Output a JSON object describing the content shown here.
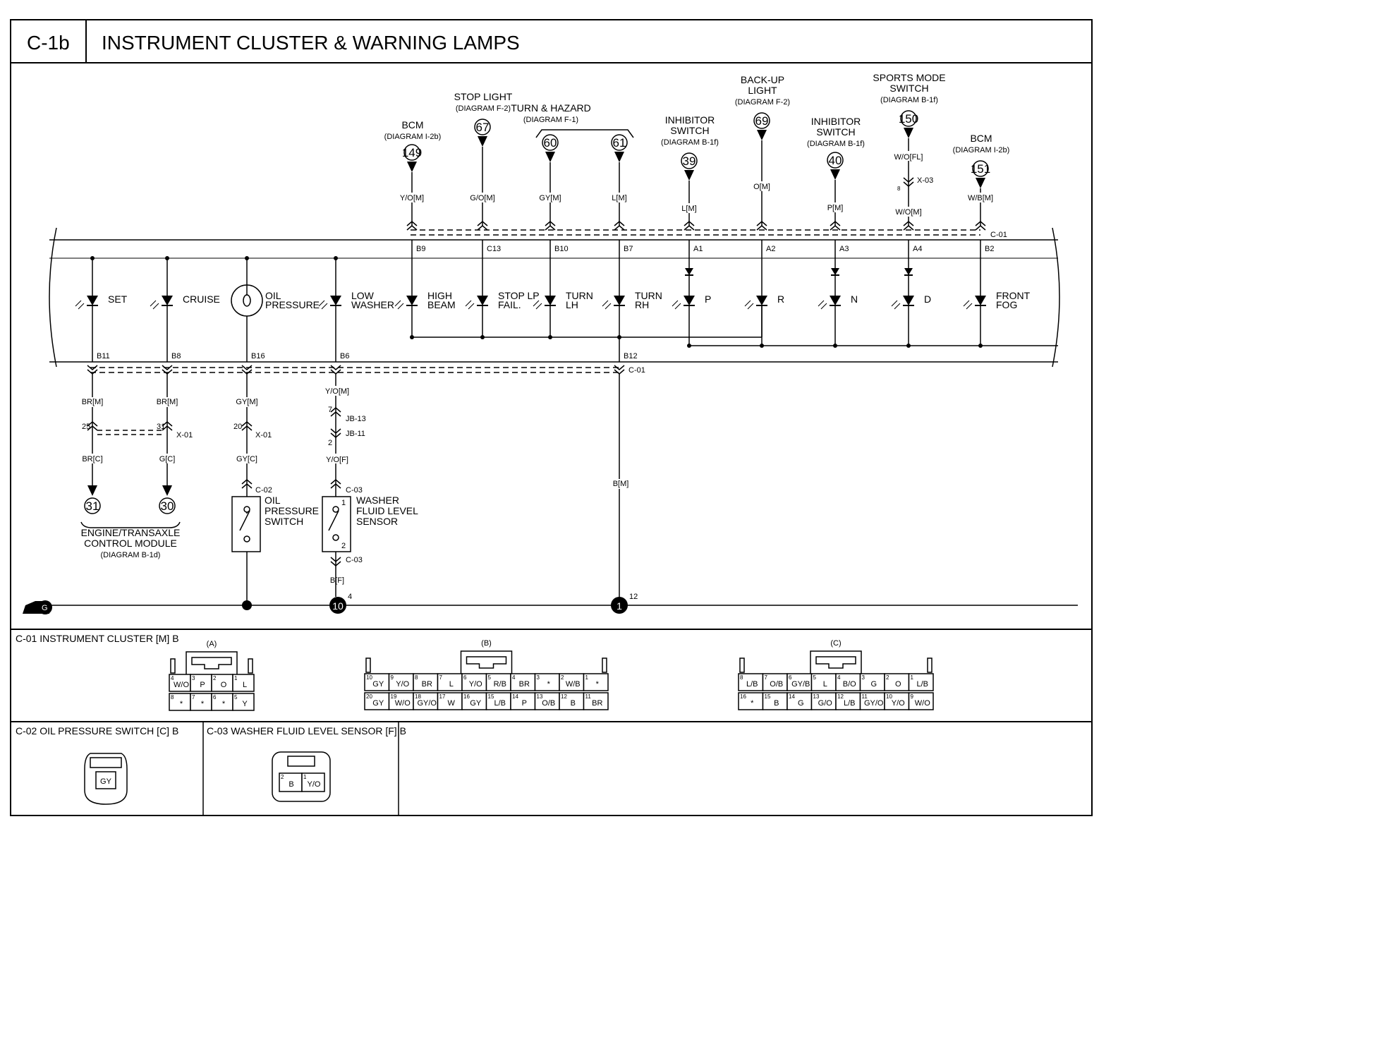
{
  "header": {
    "code": "C-1b",
    "title": "INSTRUMENT CLUSTER & WARNING LAMPS"
  },
  "top_sources": [
    {
      "name": [
        "BCM",
        "(DIAGRAM I-2b)"
      ],
      "circuit": "149",
      "wire": "Y/O[M]",
      "pin": "B9"
    },
    {
      "name": [
        "STOP LIGHT",
        "(DIAGRAM F-2)"
      ],
      "circuit": "67",
      "wire": "G/O[M]",
      "pin": "C13"
    },
    {
      "name": [
        "TURN & HAZARD",
        "(DIAGRAM F-1)"
      ],
      "circuit": "60",
      "wire": "GY[M]",
      "pin": "B10"
    },
    {
      "name": [],
      "circuit": "61",
      "wire": "L[M]",
      "pin": "B7"
    },
    {
      "name": [
        "INHIBITOR",
        "SWITCH",
        "(DIAGRAM B-1f)"
      ],
      "circuit": "39",
      "wire": "L[M]",
      "pin": "A1"
    },
    {
      "name": [
        "BACK-UP",
        "LIGHT",
        "(DIAGRAM F-2)"
      ],
      "circuit": "69",
      "wire": "O[M]",
      "pin": "A2"
    },
    {
      "name": [
        "INHIBITOR",
        "SWITCH",
        "(DIAGRAM B-1f)"
      ],
      "circuit": "40",
      "wire": "P[M]",
      "pin": "A3"
    },
    {
      "name": [
        "SPORTS MODE",
        "SWITCH",
        "(DIAGRAM B-1f)"
      ],
      "circuit": "150",
      "wire": "W/O[M]",
      "pin": "A4",
      "upper_wire": "W/O[FL]",
      "inline_connector": "X-03",
      "inline_pin": "8"
    },
    {
      "name": [
        "BCM",
        "(DIAGRAM I-2b)"
      ],
      "circuit": "151",
      "wire": "W/B[M]",
      "pin": "B2"
    }
  ],
  "cluster_connector": "C-01",
  "lamps": [
    {
      "label": [
        "SET"
      ]
    },
    {
      "label": [
        "CRUISE"
      ]
    },
    {
      "label": [
        "OIL",
        "PRESSURE"
      ]
    },
    {
      "label": [
        "LOW",
        "WASHER"
      ]
    },
    {
      "label": [
        "HIGH",
        "BEAM"
      ]
    },
    {
      "label": [
        "STOP LP",
        "FAIL."
      ]
    },
    {
      "label": [
        "TURN",
        "LH"
      ]
    },
    {
      "label": [
        "TURN",
        "RH"
      ]
    },
    {
      "label": [
        "P"
      ]
    },
    {
      "label": [
        "R"
      ]
    },
    {
      "label": [
        "N"
      ]
    },
    {
      "label": [
        "D"
      ]
    },
    {
      "label": [
        "FRONT",
        "FOG"
      ]
    }
  ],
  "bottom_pins": [
    "B11",
    "B8",
    "B16",
    "B6",
    "B12"
  ],
  "lower": {
    "set": {
      "wire_m": "BR[M]",
      "x_pin": "25",
      "wire_c": "BR[C]",
      "circuit": "31"
    },
    "cruise": {
      "wire_m": "BR[M]",
      "x_pin": "31",
      "x_conn": "X-01",
      "wire_c": "G[C]",
      "circuit": "30"
    },
    "module_label": [
      "ENGINE/TRANSAXLE",
      "CONTROL MODULE",
      "(DIAGRAM B-1d)"
    ],
    "oil": {
      "wire_m": "GY[M]",
      "x_pin": "20",
      "x_conn": "X-01",
      "wire_c": "GY[C]",
      "conn": "C-02",
      "label": [
        "OIL",
        "PRESSURE",
        "SWITCH"
      ]
    },
    "washer": {
      "wire_m": "Y/O[M]",
      "jb1_pin": "7",
      "jb1": "JB-13",
      "jb2": "JB-11",
      "jb2_pin": "2",
      "wire_f": "Y/O[F]",
      "conn_top": "C-03",
      "label": [
        "WASHER",
        "FLUID LEVEL",
        "SENSOR"
      ],
      "pin_1": "1",
      "pin_2": "2",
      "conn_bot": "C-03",
      "wire_ground": "B[F]"
    },
    "b12": {
      "conn": "C-01",
      "wire": "B[M]"
    }
  },
  "grounds": {
    "main": "G",
    "g10": "10",
    "g10_pin": "4",
    "g1": "1",
    "g1_pin": "12"
  },
  "connectors": {
    "c01": {
      "title": "C-01 INSTRUMENT CLUSTER [M] B",
      "a": {
        "label": "(A)",
        "row1": [
          {
            "n": "4",
            "t": "W/O"
          },
          {
            "n": "3",
            "t": "P"
          },
          {
            "n": "2",
            "t": "O"
          },
          {
            "n": "1",
            "t": "L"
          }
        ],
        "row2": [
          {
            "n": "8",
            "t": "*"
          },
          {
            "n": "7",
            "t": "*"
          },
          {
            "n": "6",
            "t": "*"
          },
          {
            "n": "5",
            "t": "Y"
          }
        ]
      },
      "b": {
        "label": "(B)",
        "row1": [
          {
            "n": "10",
            "t": "GY"
          },
          {
            "n": "9",
            "t": "Y/O"
          },
          {
            "n": "8",
            "t": "BR"
          },
          {
            "n": "7",
            "t": "L"
          },
          {
            "n": "6",
            "t": "Y/O"
          },
          {
            "n": "5",
            "t": "R/B"
          },
          {
            "n": "4",
            "t": "BR"
          },
          {
            "n": "3",
            "t": "*"
          },
          {
            "n": "2",
            "t": "W/B"
          },
          {
            "n": "1",
            "t": "*"
          }
        ],
        "row2": [
          {
            "n": "20",
            "t": "GY"
          },
          {
            "n": "19",
            "t": "W/O"
          },
          {
            "n": "18",
            "t": "GY/O"
          },
          {
            "n": "17",
            "t": "W"
          },
          {
            "n": "16",
            "t": "GY"
          },
          {
            "n": "15",
            "t": "L/B"
          },
          {
            "n": "14",
            "t": "P"
          },
          {
            "n": "13",
            "t": "O/B"
          },
          {
            "n": "12",
            "t": "B"
          },
          {
            "n": "11",
            "t": "BR"
          }
        ]
      },
      "c": {
        "label": "(C)",
        "row1": [
          {
            "n": "8",
            "t": "L/B"
          },
          {
            "n": "7",
            "t": "O/B"
          },
          {
            "n": "6",
            "t": "GY/B"
          },
          {
            "n": "5",
            "t": "L"
          },
          {
            "n": "4",
            "t": "B/O"
          },
          {
            "n": "3",
            "t": "G"
          },
          {
            "n": "2",
            "t": "O"
          },
          {
            "n": "1",
            "t": "L/B"
          }
        ],
        "row2": [
          {
            "n": "16",
            "t": "*"
          },
          {
            "n": "15",
            "t": "B"
          },
          {
            "n": "14",
            "t": "G"
          },
          {
            "n": "13",
            "t": "G/O"
          },
          {
            "n": "12",
            "t": "L/B"
          },
          {
            "n": "11",
            "t": "GY/O"
          },
          {
            "n": "10",
            "t": "Y/O"
          },
          {
            "n": "9",
            "t": "W/O"
          }
        ]
      }
    },
    "c02": {
      "title": "C-02 OIL PRESSURE SWITCH [C] B",
      "pin": "GY"
    },
    "c03": {
      "title": "C-03 WASHER FLUID LEVEL SENSOR [F] B",
      "pins": [
        {
          "n": "2",
          "t": "B"
        },
        {
          "n": "1",
          "t": "Y/O"
        }
      ]
    }
  }
}
